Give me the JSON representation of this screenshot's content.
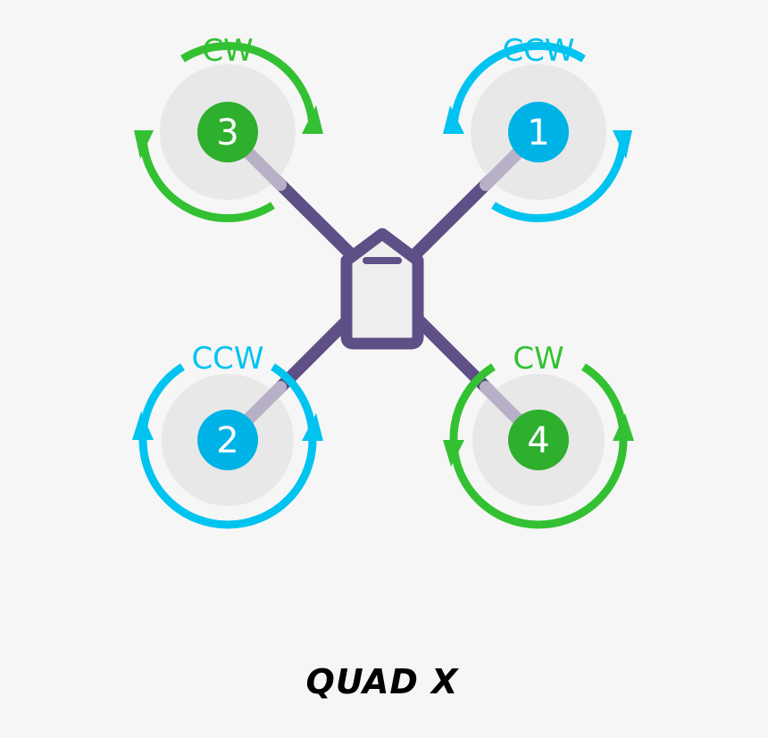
{
  "frame": {
    "title": "QUAD X",
    "arm_color": "#5e4f86",
    "arm_inner_color": "#b8b0c6",
    "body_fill": "#eeeeee"
  },
  "colors": {
    "cw": "#33c133",
    "ccw": "#00c3f0",
    "cw_hub": "#2eaf2e",
    "ccw_hub": "#00b3e6",
    "prop_disc": "#e8e8e8",
    "background": "#f6f6f6"
  },
  "motors": [
    {
      "number": "3",
      "direction": "CW",
      "position": "front-left"
    },
    {
      "number": "1",
      "direction": "CCW",
      "position": "front-right"
    },
    {
      "number": "2",
      "direction": "CCW",
      "position": "rear-left"
    },
    {
      "number": "4",
      "direction": "CW",
      "position": "rear-right"
    }
  ]
}
